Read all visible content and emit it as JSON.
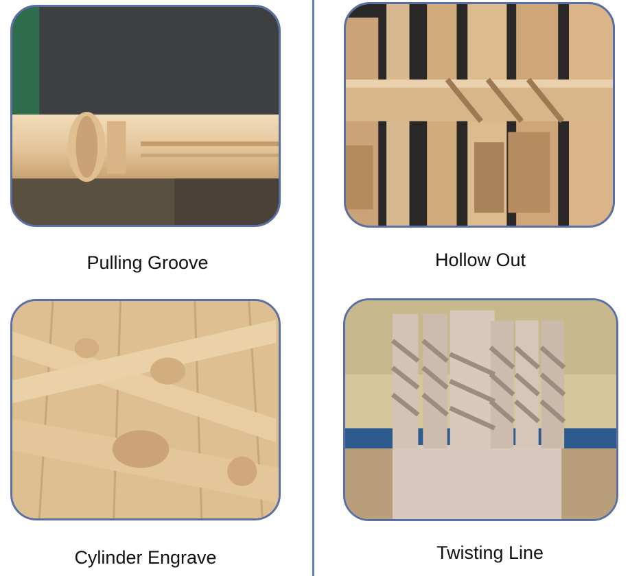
{
  "panels": [
    {
      "caption": "Pulling Groove",
      "image": "turned-wood-leg-with-groove"
    },
    {
      "caption": "Hollow Out",
      "image": "hollowed-spiral-wood-columns"
    },
    {
      "caption": "Cylinder Engrave",
      "image": "carved-wood-balusters"
    },
    {
      "caption": "Twisting Line",
      "image": "twisted-spiral-wood-posts"
    }
  ],
  "colors": {
    "divider": "#5e7cb7",
    "panel_border": "#5a6fa8",
    "wood_light": "#e8cfa9",
    "wood_mid": "#d6b589",
    "wood_dark": "#b48e63"
  }
}
